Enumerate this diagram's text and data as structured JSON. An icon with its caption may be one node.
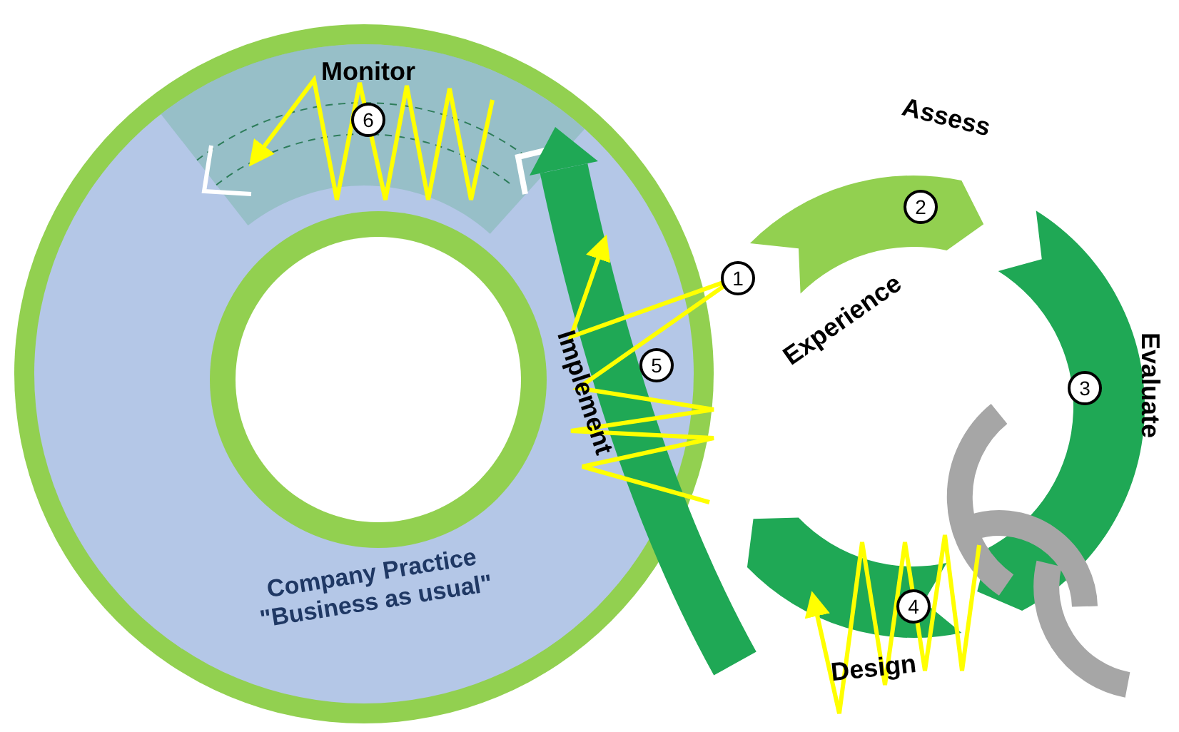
{
  "diagram": {
    "nodes": [
      {
        "text": [
          "Company Practice \"Business as usual\""
        ]
      },
      {
        "text": [
          "Experience",
          "1"
        ]
      },
      {
        "text": [
          "Assess",
          "2"
        ]
      },
      {
        "text": [
          "Evaluate",
          "3"
        ]
      },
      {
        "text": [
          "Design",
          "4"
        ]
      },
      {
        "text": [
          "Implement",
          "5"
        ]
      },
      {
        "text": [
          "Monitor",
          "6"
        ],
        "in": 0
      }
    ]
  }
}
